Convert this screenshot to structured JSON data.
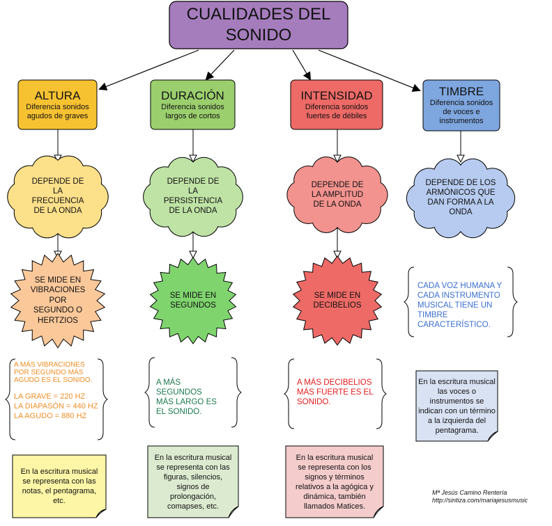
{
  "title": "CUALIDADES DEL\nSONIDO",
  "colors": {
    "title_fill": "#a57dbd",
    "altura": "#f7c232",
    "duracion": "#9bcf6e",
    "intensidad": "#ed6a66",
    "timbre": "#7ea6df",
    "cloud_altura": "#fde08a",
    "cloud_duracion": "#bfe3a5",
    "cloud_intensidad": "#f3938f",
    "cloud_timbre": "#b6cbef",
    "star_altura": "#fbc89a",
    "star_duracion": "#7fd46e",
    "star_intensidad": "#ed6a66",
    "text_orange": "#ef8e25",
    "text_green": "#1b7a4f",
    "text_red": "#e31a1c",
    "text_blue": "#3a6fd0",
    "paper_yellow": "#fdf6a7",
    "paper_green": "#dcebd0",
    "paper_pink": "#f4cccc",
    "paper_blue": "#d9e2f3"
  },
  "columns": [
    {
      "head": "ALTURA",
      "sub": "Diferencia sonidos\nagudos de graves",
      "cloud": "DEPENDE DE\nLA\nFRECUENCIA\nDE LA ONDA",
      "star": "SE MIDE EN\nVIBRACIONES\nPOR\nSEGUNDO O\nHERTZIOS",
      "note": "A MÁS VIBRACIONES POR SEGUNDO MÁS AGUDO ES EL SONIDO.",
      "note2": "LA GRAVE = 220 HZ\nLA DIAPASÓN = 440 HZ\nLA AGUDO = 880 HZ",
      "paper": "En la escritura musical\nse representa con las\nnotas, el pentagrama,\netc."
    },
    {
      "head": "DURACIÓN",
      "sub": "Diferencia sonidos\nlargos de cortos",
      "cloud": "DEPENDE DE\nLA\nPERSISTENCIA\nDE LA ONDA",
      "star": "SE MIDE EN\nSEGUNDOS",
      "note": "A MÁS\nSEGUNDOS\n MÁS LARGO ES\nEL SONIDO.",
      "paper": "En la escritura musical\nse representa con las\nfiguras, silencios,\nsignos de\nprolongación,\ncomapses, etc."
    },
    {
      "head": "INTENSIDAD",
      "sub": "Diferencia sonidos\nfuertes de débiles",
      "cloud": "DEPENDE DE\nLA AMPLITUD\nDE LA ONDA",
      "star": "SE MIDE EN\nDECIBELIOS",
      "note": "A MÁS DECIBELIOS\nMÁS FUERTE ES EL\nSONIDO.",
      "paper": "En la escritura musical\nse representa con los\nsignos y términos\nrelativos a la agógica y\ndinámica, también\nllamados Matices."
    },
    {
      "head": "TIMBRE",
      "sub": "Diferencia sonidos\nde voces e\ninstrumentos",
      "cloud": "DEPENDE DE LOS\nARMÓNICOS QUE\nDAN FORMA A LA\nONDA",
      "note": "CADA VOZ HUMANA Y\nCADA INSTRUMENTO\nMUSICAL TIENE UN\nTIMBRE\nCARACTERÍSTICO.",
      "paper": "En la escritura musical\nlas voces o\ninstrumentos se\nindican con un término\na la izquierda del\npentagrama."
    }
  ],
  "author": {
    "name": "Mª Jesús Camino Rentería",
    "url": "http://sintiza.com/mariajesusmusic"
  }
}
